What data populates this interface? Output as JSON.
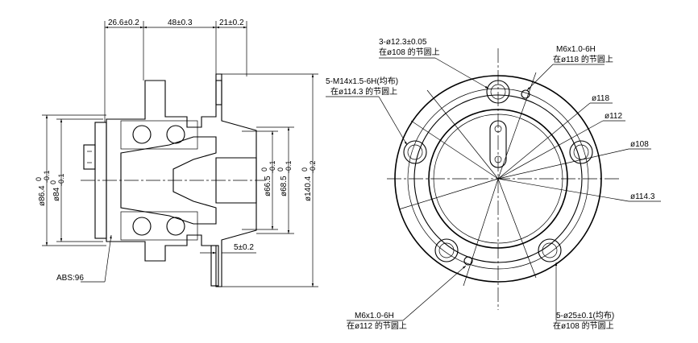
{
  "side_view": {
    "dim_top_left": "26.6±0.2",
    "dim_top_mid": "48±0.3",
    "dim_top_right": "21±0.2",
    "dim_offset": "5±0.2",
    "abs_label": "ABS:96",
    "dia_86": {
      "main": "ø86.4",
      "up": "0",
      "low": "-0.1"
    },
    "dia_84": {
      "main": "ø84",
      "up": "0",
      "low": "-0.1"
    },
    "dia_66": {
      "main": "ø66.5",
      "up": "0",
      "low": "-0.1"
    },
    "dia_68": {
      "main": "ø68.5",
      "up": "0",
      "low": "-0.1"
    },
    "dia_140": {
      "main": "ø140.4",
      "up": "0",
      "low": "-0.2"
    }
  },
  "front_view": {
    "callout_holes": {
      "line1": "3-ø12.3±0.05",
      "line2": "在ø108 的节圆上"
    },
    "callout_m6_top": {
      "line1": "M6x1.0-6H",
      "line2": "在ø118 的节圆上"
    },
    "callout_studs": {
      "line1": "5-M14x1.5-6H(均布)",
      "line2": "在ø114.3 的节圆上"
    },
    "callout_m6_bottom": {
      "line1": "M6x1.0-6H",
      "line2": "在ø112 的节圆上"
    },
    "callout_pilot": {
      "line1": "5-ø25±0.1(均布)",
      "line2": "在ø108 的节圆上"
    },
    "dia_118": "ø118",
    "dia_112": "ø112",
    "dia_108": "ø108",
    "dia_114": "ø114.3"
  },
  "colors": {
    "ink": "#000000",
    "background": "#ffffff"
  }
}
